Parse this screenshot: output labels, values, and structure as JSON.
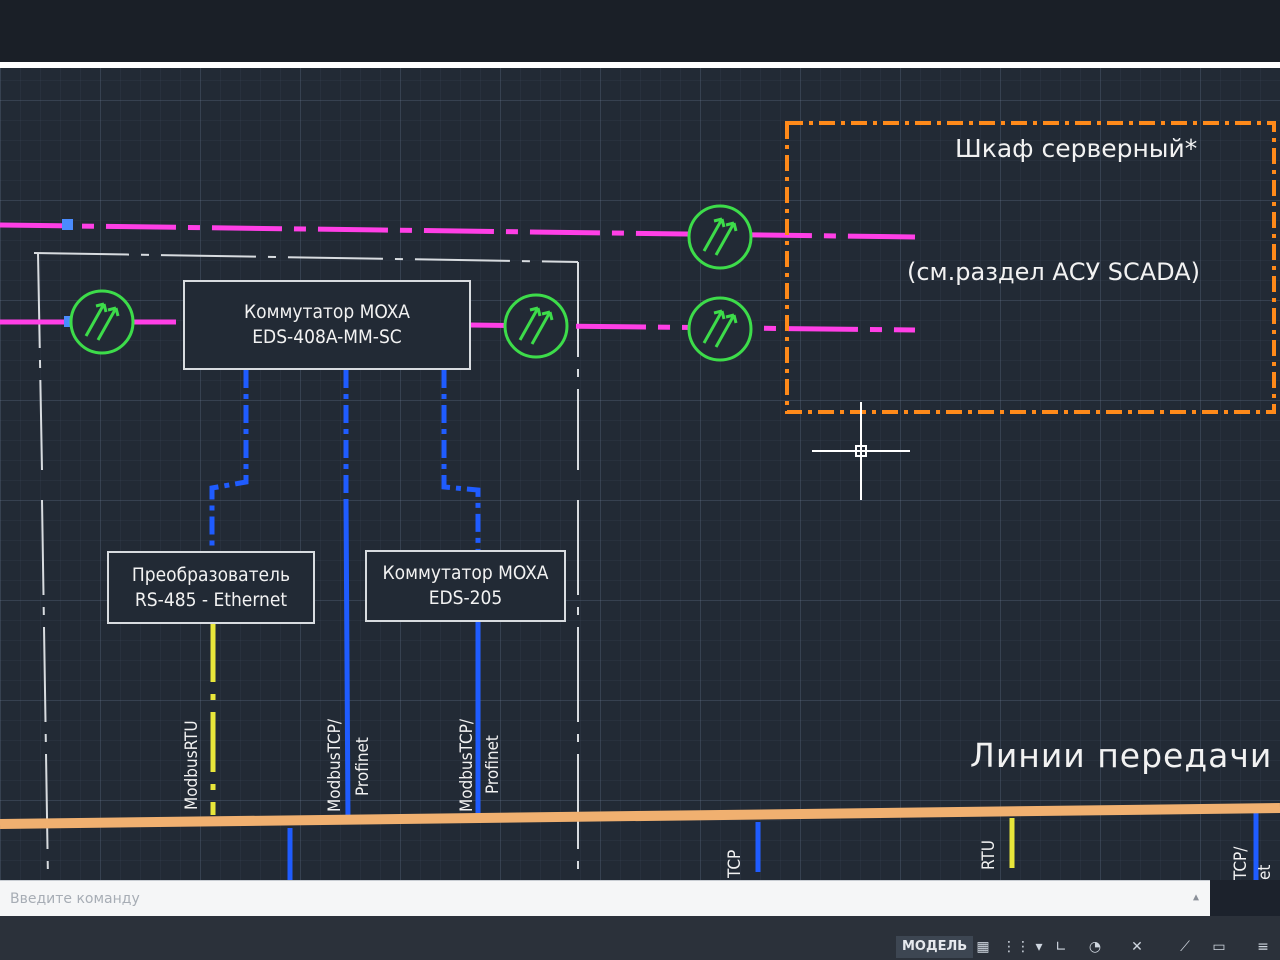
{
  "drawing": {
    "server_cabinet": {
      "title": "Шкаф серверный*",
      "note": "(см.раздел АСУ SCADA)"
    },
    "moxa_main": {
      "line1": "Коммутатор MOXA",
      "line2": "EDS-408A-MM-SC"
    },
    "converter": {
      "line1": "Преобразователь",
      "line2": "RS-485 - Ethernet"
    },
    "moxa_205": {
      "line1": "Коммутатор MOXA",
      "line2": "EDS-205"
    },
    "labels": {
      "modbus_rtu": "ModbusRTU",
      "modbus_tcp_1": "ModbusTCP/",
      "profinet_1": "Profinet",
      "modbus_tcp_2": "ModbusTCP/",
      "profinet_2": "Profinet",
      "bottom_tcp": "TCP",
      "bottom_rtu": "RTU",
      "bottom_tcp2": "TCP/",
      "bottom_et": "et"
    },
    "section_title": "Линии передачи д"
  },
  "command_line": {
    "placeholder": "Введите команду",
    "scroll_glyph": "▲"
  },
  "status_bar": {
    "model_tab": "МОДЕЛЬ",
    "icons": [
      "grid-icon",
      "snap-icon",
      "dropdown-icon",
      "ortho-icon",
      "polar-icon",
      "osnap-icon",
      "annotate-icon",
      "workspace-icon",
      "menu-icon"
    ]
  },
  "colors": {
    "background": "#222a35",
    "magenta_line": "#ff3fe6",
    "blue_line": "#1f5cff",
    "yellow_line": "#e8e63a",
    "orange_bus": "#f0b070",
    "cabinet_border": "#ff8a1a",
    "fiber_symbol": "#3ddc4a"
  }
}
